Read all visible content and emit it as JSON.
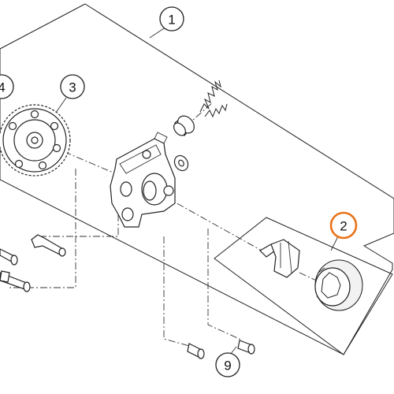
{
  "callouts": {
    "c1": "1",
    "c2": "2",
    "c3": "3",
    "c4": "4",
    "c9": "9"
  },
  "colors": {
    "highlight": "#e8731a",
    "line": "#222222",
    "background": "#ffffff"
  }
}
